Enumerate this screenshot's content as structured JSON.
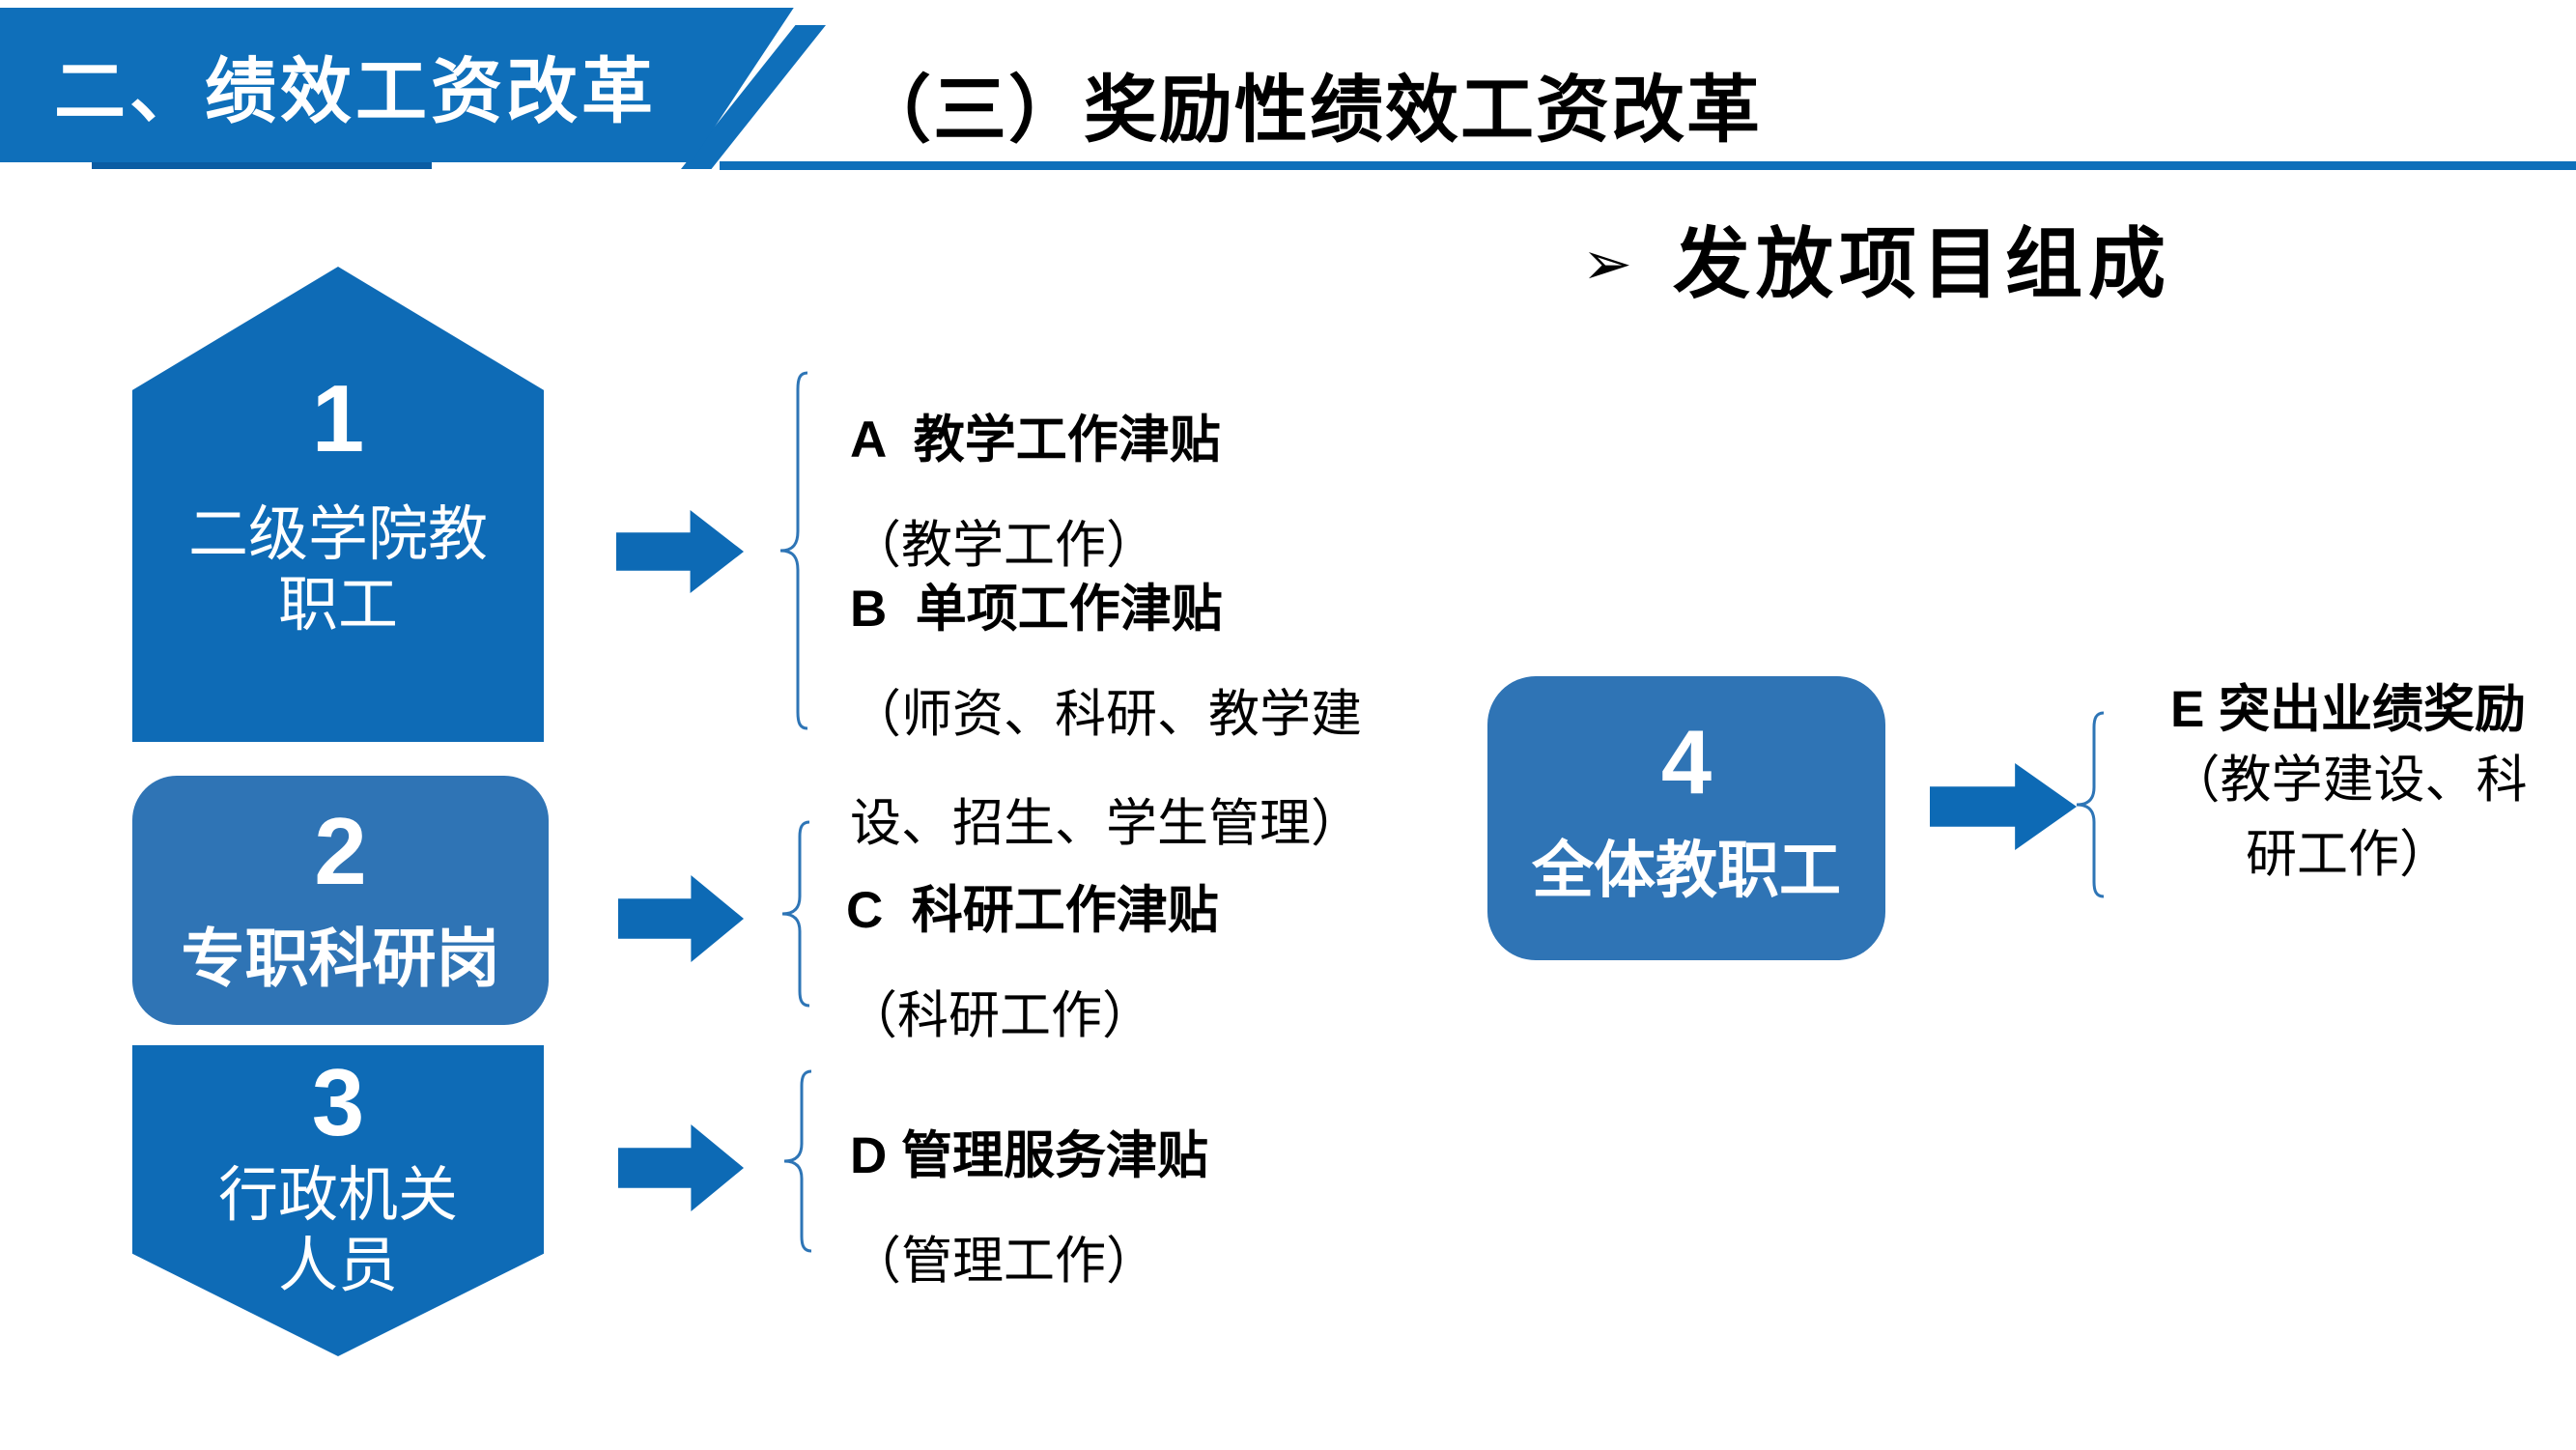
{
  "slide": {
    "banner": {
      "title": "二、绩效工资改革"
    },
    "section_title": "（三）奖励性绩效工资改革",
    "heading": {
      "bullet": "➢",
      "text": "发放项目组成"
    },
    "nodes": {
      "n1": {
        "number": "1",
        "line1": "二级学院教",
        "line2": "职工"
      },
      "n2": {
        "number": "2",
        "line1": "专职科研岗"
      },
      "n3": {
        "number": "3",
        "line1": "行政机关",
        "line2": "人员"
      },
      "n4": {
        "number": "4",
        "line1": "全体教职工"
      }
    },
    "items": {
      "a": {
        "title": "A  教学工作津贴",
        "sub1": "（教学工作）"
      },
      "b": {
        "title": "B  单项工作津贴",
        "sub1": "（师资、科研、教学建",
        "sub2": "设、招生、学生管理）"
      },
      "c": {
        "title": "C  科研工作津贴",
        "sub1": "（科研工作）"
      },
      "d": {
        "title": "D 管理服务津贴",
        "sub1": "（管理工作）"
      },
      "e": {
        "title": "E 突出业绩奖励",
        "sub1": "（教学建设、科",
        "sub2": "研工作）"
      }
    },
    "colors": {
      "banner_blue": "#0f6fba",
      "shape_blue": "#0e6bb6",
      "rounded_blue": "#2f74b5",
      "arrow_blue": "#0d6ab5",
      "brace_blue": "#2e75b6",
      "underline_blue": "#0f6fba",
      "shadow_blue": "#0a5ca3",
      "text_black": "#000000",
      "text_white": "#ffffff"
    }
  }
}
